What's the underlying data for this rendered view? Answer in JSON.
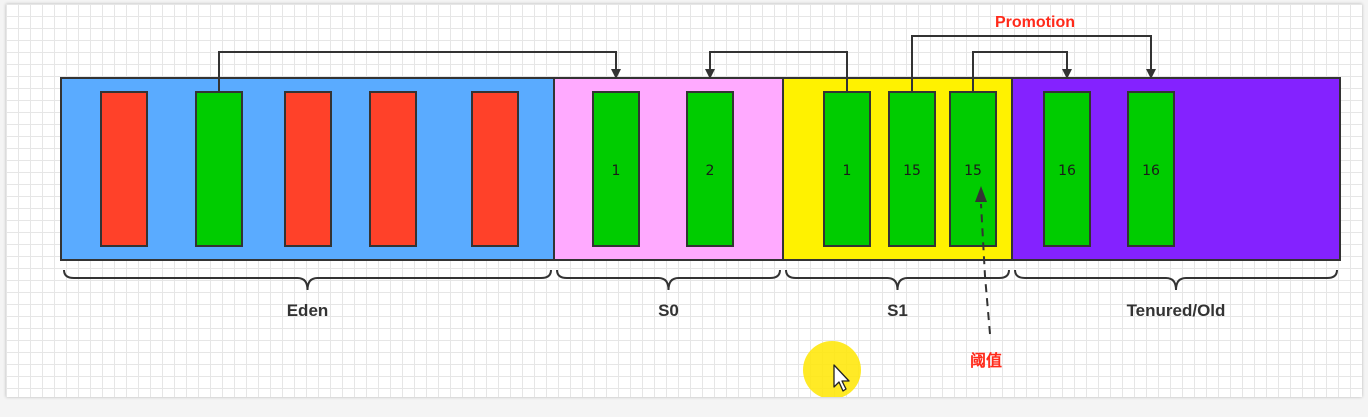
{
  "diagram": {
    "title": "Promotion",
    "threshold_label": "阈值",
    "regions": [
      {
        "id": "eden",
        "label": "Eden",
        "color": "#5aabff"
      },
      {
        "id": "s0",
        "label": "S0",
        "color": "#ffaaff"
      },
      {
        "id": "s1",
        "label": "S1",
        "color": "#fff200"
      },
      {
        "id": "old",
        "label": "Tenured/Old",
        "color": "#8422ff"
      }
    ],
    "blocks": [
      {
        "region": "eden",
        "status": "dead",
        "age": ""
      },
      {
        "region": "eden",
        "status": "live",
        "age": ""
      },
      {
        "region": "eden",
        "status": "dead",
        "age": ""
      },
      {
        "region": "eden",
        "status": "dead",
        "age": ""
      },
      {
        "region": "eden",
        "status": "dead",
        "age": ""
      },
      {
        "region": "s0",
        "status": "live",
        "age": "1"
      },
      {
        "region": "s0",
        "status": "live",
        "age": "2"
      },
      {
        "region": "s1",
        "status": "live",
        "age": "1"
      },
      {
        "region": "s1",
        "status": "live",
        "age": "15"
      },
      {
        "region": "s1",
        "status": "live",
        "age": "15"
      },
      {
        "region": "old",
        "status": "live",
        "age": "16"
      },
      {
        "region": "old",
        "status": "live",
        "age": "16"
      }
    ],
    "arrows": [
      {
        "from": 1,
        "to": 5
      },
      {
        "from": 7,
        "to": 6
      },
      {
        "from": 8,
        "to": 11
      },
      {
        "from": 9,
        "to": 10
      }
    ],
    "colors": {
      "dead": "#ff4129",
      "live": "#00cc00",
      "accent": "#ff2a1a"
    }
  }
}
